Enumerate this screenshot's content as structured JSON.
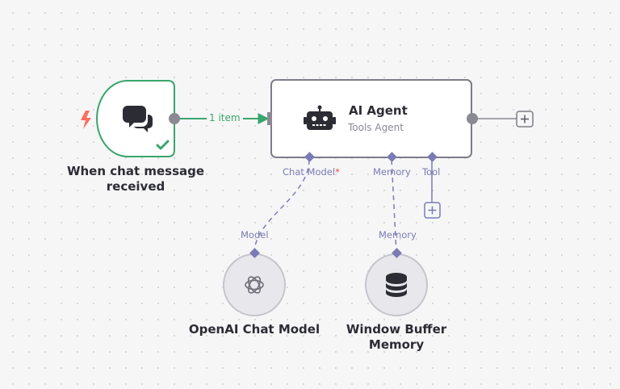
{
  "nodes": {
    "chat_trigger": {
      "title": "When chat message received",
      "icon": "chat-bubbles-icon",
      "status_icon": "checkmark-icon",
      "trigger_icon": "lightning-bolt-icon"
    },
    "ai_agent": {
      "title": "AI Agent",
      "subtitle": "Tools Agent",
      "icon": "robot-icon",
      "ports": {
        "chat_model": "Chat Model",
        "chat_model_required": "*",
        "memory": "Memory",
        "tool": "Tool"
      }
    },
    "openai_chat_model": {
      "title": "OpenAI Chat Model",
      "icon": "openai-logo-icon",
      "port_label": "Model"
    },
    "window_buffer_memory": {
      "title": "Window Buffer Memory",
      "icon": "database-icon",
      "port_label": "Memory"
    }
  },
  "connections": {
    "trigger_to_agent_label": "1 item"
  },
  "colors": {
    "success": "#3aa56b",
    "trigger": "#ff6d5a",
    "port": "#7a7bb5",
    "node_border": "#7d7d86",
    "connector": "#8a8a93",
    "required": "#e14d4d"
  }
}
